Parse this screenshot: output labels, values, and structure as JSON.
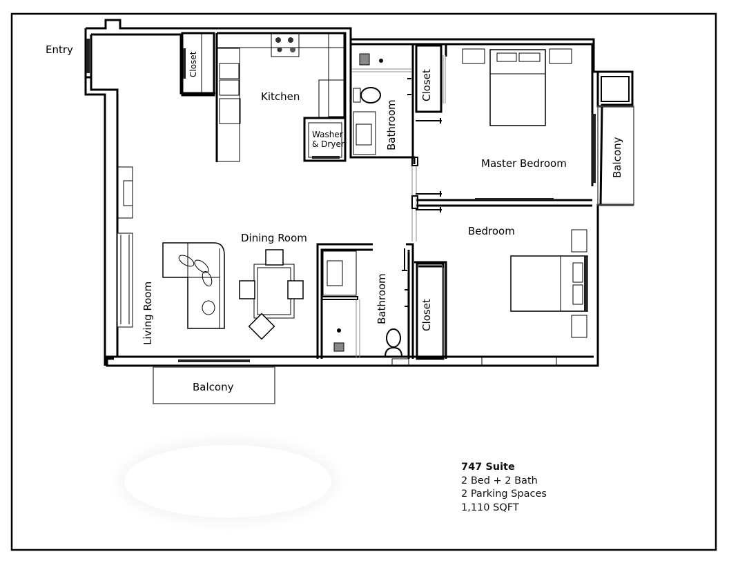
{
  "plan": {
    "rooms": {
      "entry": "Entry",
      "closet_entry": "Closet",
      "kitchen": "Kitchen",
      "washer_dryer_line1": "Washer",
      "washer_dryer_line2": "& Dryer",
      "bathroom_master": "Bathroom",
      "closet_master": "Closet",
      "master_bedroom": "Master Bedroom",
      "balcony_right": "Balcony",
      "dining_room": "Dining Room",
      "living_room": "Living Room",
      "bathroom_second": "Bathroom",
      "closet_second": "Closet",
      "bedroom": "Bedroom",
      "balcony_bottom": "Balcony"
    }
  },
  "suite": {
    "name": "747 Suite",
    "beds_baths": "2 Bed + 2 Bath",
    "parking": "2 Parking Spaces",
    "area": "1,110 SQFT"
  }
}
